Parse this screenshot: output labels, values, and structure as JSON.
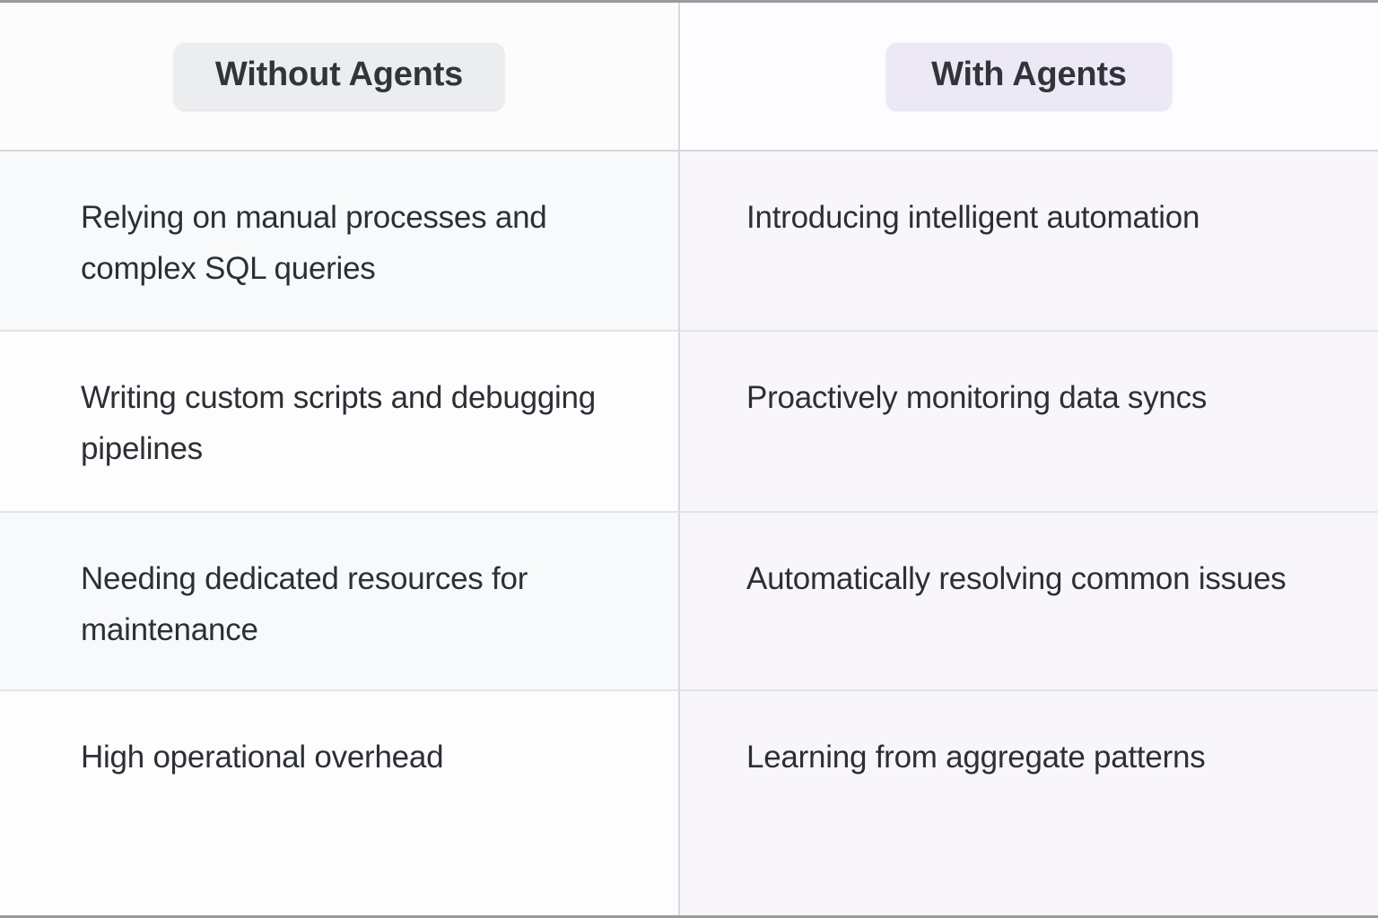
{
  "table": {
    "columns": [
      {
        "id": "without-agents",
        "label": "Without Agents",
        "badge_bg": "#ebedef",
        "accent": "#32343a"
      },
      {
        "id": "with-agents",
        "label": "With Agents",
        "badge_bg": "#ece8f6",
        "accent": "#32343a"
      }
    ],
    "rows": [
      {
        "without": "Relying on manual processes and complex SQL queries",
        "with": "Introducing intelligent automation"
      },
      {
        "without": "Writing custom scripts and debugging pipelines",
        "with": "Proactively monitoring data syncs"
      },
      {
        "without": "Needing dedicated resources for maintenance",
        "with": "Automatically resolving common issues"
      },
      {
        "without": "High operational overhead",
        "with": "Learning from aggregate patterns"
      }
    ]
  },
  "theme": {
    "text_color": "#2c2f35",
    "divider_color": "#e3e4e7",
    "column_divider_color": "#d8d9dc",
    "frame_color": "#9a9a9e",
    "left_shade": "#f8f9fa",
    "right_shade": "#f8f6fb"
  }
}
